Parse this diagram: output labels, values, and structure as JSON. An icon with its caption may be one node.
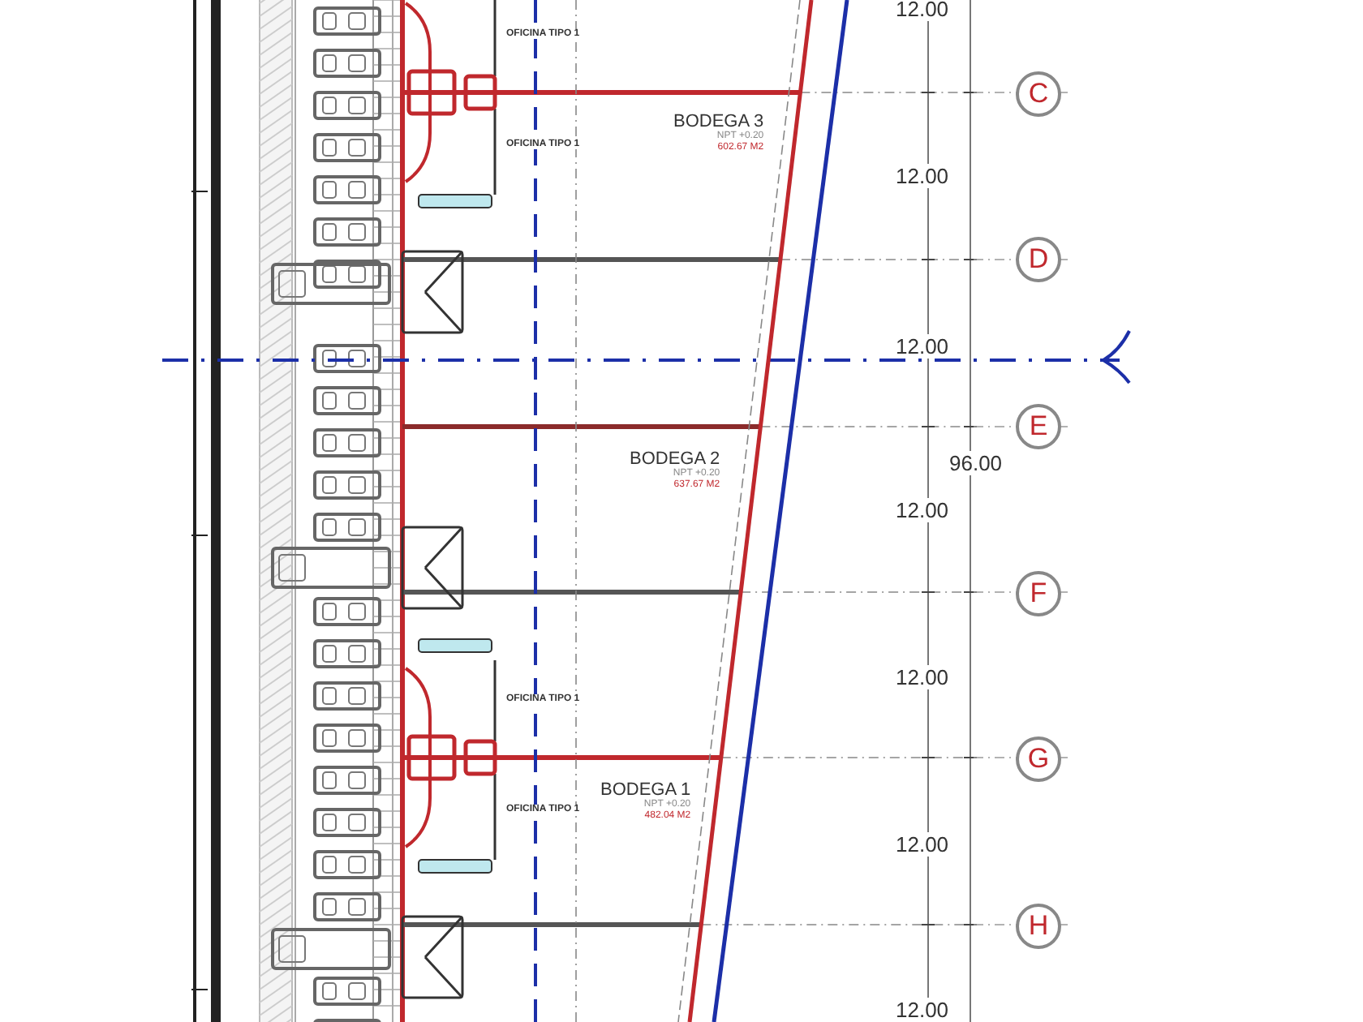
{
  "diagram": {
    "nodes": [
      {
        "text": [
          "BODEGA 3",
          "NPT +0.20",
          "602.67 M2"
        ]
      },
      {
        "text": [
          "BODEGA 2",
          "NPT +0.20",
          "637.67 M2"
        ]
      },
      {
        "text": [
          "BODEGA 1",
          "NPT +0.20",
          "482.04 M2"
        ]
      },
      {
        "text": [
          "C"
        ]
      },
      {
        "text": [
          "D"
        ]
      },
      {
        "text": [
          "E"
        ]
      },
      {
        "text": [
          "F"
        ]
      },
      {
        "text": [
          "G"
        ]
      },
      {
        "text": [
          "H"
        ]
      }
    ],
    "edges": [],
    "labels": [
      "12.00",
      "OFICINA TIPO 1",
      "OFICINA TIPO 1",
      "12.00",
      "12.00",
      "12.00",
      "96.00",
      "12.00",
      "OFICINA TIPO 1",
      "12.00",
      "OFICINA TIPO 1",
      "12.00"
    ]
  }
}
